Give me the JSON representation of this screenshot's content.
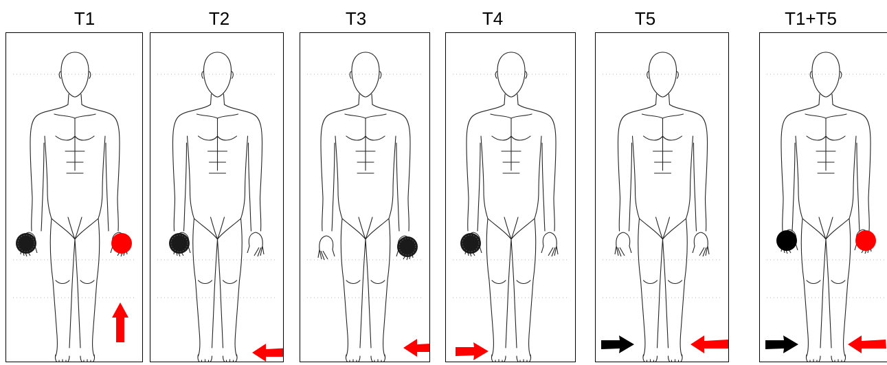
{
  "panels": [
    {
      "id": "t1",
      "label": "T1",
      "markers": [
        {
          "hand": "right",
          "color": "#1a1a1a",
          "textured": true
        },
        {
          "hand": "left",
          "color": "#ff0000",
          "textured": false
        }
      ],
      "arrows": [
        {
          "color": "#ff0000",
          "direction": "up"
        }
      ]
    },
    {
      "id": "t2",
      "label": "T2",
      "markers": [
        {
          "hand": "right",
          "color": "#1a1a1a",
          "textured": true
        }
      ],
      "arrows": [
        {
          "color": "#ff0000",
          "direction": "left"
        }
      ]
    },
    {
      "id": "t3",
      "label": "T3",
      "markers": [
        {
          "hand": "left",
          "color": "#1a1a1a",
          "textured": true
        }
      ],
      "arrows": [
        {
          "color": "#ff0000",
          "direction": "left"
        }
      ]
    },
    {
      "id": "t4",
      "label": "T4",
      "markers": [
        {
          "hand": "right",
          "color": "#1a1a1a",
          "textured": true
        }
      ],
      "arrows": [
        {
          "color": "#ff0000",
          "direction": "right"
        }
      ]
    },
    {
      "id": "t5",
      "label": "T5",
      "markers": [],
      "arrows": [
        {
          "color": "#000000",
          "direction": "right"
        },
        {
          "color": "#ff0000",
          "direction": "left"
        }
      ]
    },
    {
      "id": "t1t5",
      "label": "T1+T5",
      "markers": [
        {
          "hand": "right",
          "color": "#000000",
          "textured": false
        },
        {
          "hand": "left",
          "color": "#ff0000",
          "textured": false
        }
      ],
      "arrows": [
        {
          "color": "#000000",
          "direction": "right"
        },
        {
          "color": "#ff0000",
          "direction": "left"
        }
      ]
    }
  ],
  "colors": {
    "red": "#ff0000",
    "black": "#000000"
  }
}
